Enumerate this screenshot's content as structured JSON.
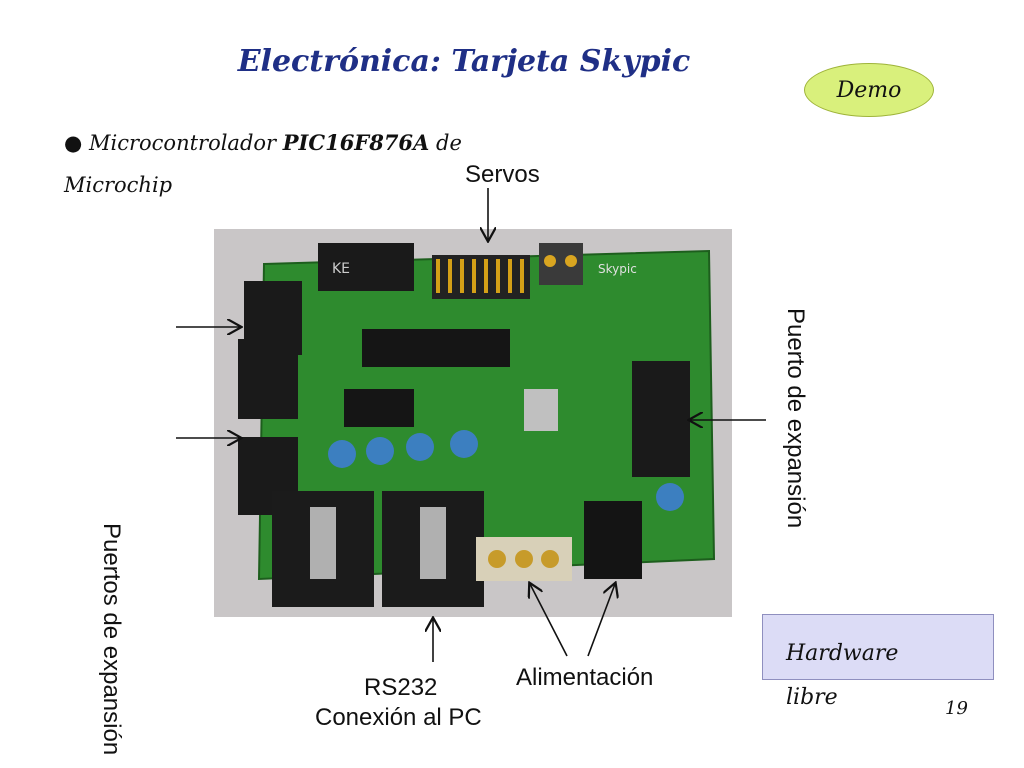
{
  "slide": {
    "title": "Electrónica: Tarjeta Skypic",
    "badge": "Demo",
    "bullet_prefix": "Microcontrolador ",
    "bullet_bold": "PIC16F876A",
    "bullet_suffix": " de Microchip",
    "page_number": "19"
  },
  "labels": {
    "servos": "Servos",
    "expansion_right": "Puerto de expansión",
    "expansion_left": "Puertos de expansión",
    "rs232_line1": "RS232",
    "rs232_line2": "Conexión al PC",
    "power": "Alimentación",
    "hardware_line1": "Hardware",
    "hardware_line2": "libre"
  },
  "photo": {
    "board_text": "Skypic",
    "connector_text": "KE"
  },
  "colors": {
    "title": "#1f2f86",
    "badge": "#d9f07c",
    "note_box": "#dcdcf6",
    "pcb": "#2e8b2e"
  }
}
